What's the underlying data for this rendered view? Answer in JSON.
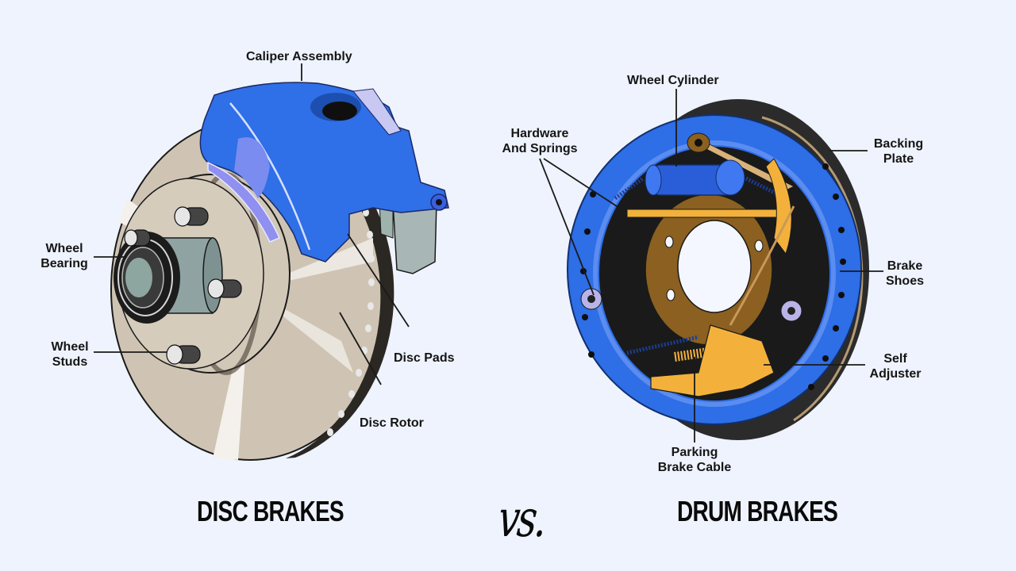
{
  "disc": {
    "title": "DISC BRAKES",
    "labels": {
      "caliper": "Caliper Assembly",
      "bearing_1": "Wheel",
      "bearing_2": "Bearing",
      "studs_1": "Wheel",
      "studs_2": "Studs",
      "pads": "Disc Pads",
      "rotor": "Disc Rotor"
    }
  },
  "drum": {
    "title": "DRUM BRAKES",
    "labels": {
      "cylinder": "Wheel Cylinder",
      "hardware_1": "Hardware",
      "hardware_2": "And Springs",
      "backing_1": "Backing",
      "backing_2": "Plate",
      "shoes_1": "Brake",
      "shoes_2": "Shoes",
      "adjuster_1": "Self",
      "adjuster_2": "Adjuster",
      "cable_1": "Parking",
      "cable_2": "Brake Cable"
    }
  },
  "separator": "vs.",
  "colors": {
    "background": "#eef3fd",
    "caliper_blue": "#2f6fe8",
    "rotor_tan": "#cfc4b3",
    "drum_blue": "#2e6ee6",
    "hardware_orange": "#f3b13c",
    "backing_dark": "#2b2b2b"
  }
}
